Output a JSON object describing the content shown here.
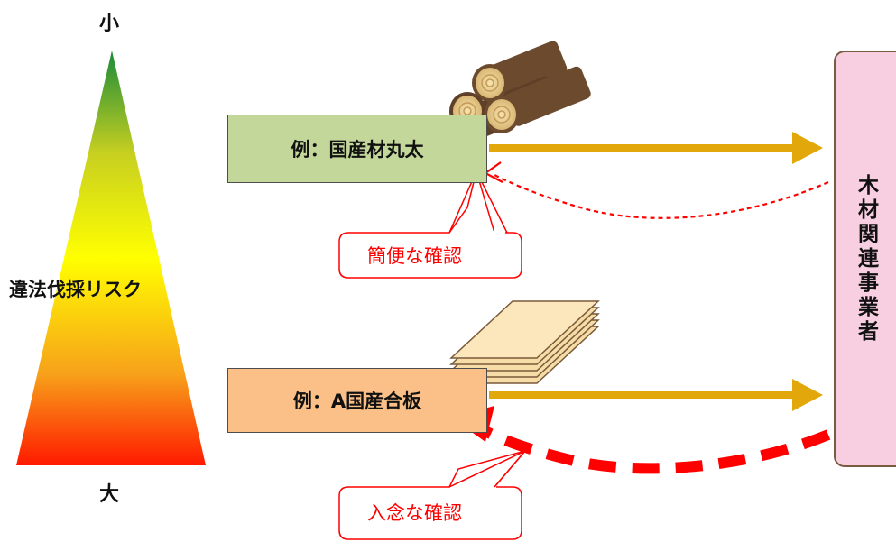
{
  "risk_scale": {
    "top_label": "小",
    "bottom_label": "大",
    "title": "違法伐採リスク",
    "gradient_colors": [
      "#1a8a3a",
      "#c8d020",
      "#ffff00",
      "#f7a11a",
      "#ff1a00"
    ]
  },
  "items": [
    {
      "label": "例：国産材丸太",
      "box_color": "#c4d79b",
      "arrow_color": "#e2a70b",
      "return_style": "thin-dashed",
      "return_color": "#ff0000",
      "callout": "簡便な確認",
      "illustration": "log-pile-icon"
    },
    {
      "label": "例：A国産合板",
      "box_color": "#fac088",
      "arrow_color": "#e2a70b",
      "return_style": "thick-dashed",
      "return_color": "#ff0000",
      "callout": "入念な確認",
      "illustration": "plywood-stack-icon"
    }
  ],
  "operator": {
    "label": "木材関連事業者",
    "fill_color": "#f8cfe0",
    "border_color": "#7a5a40"
  }
}
